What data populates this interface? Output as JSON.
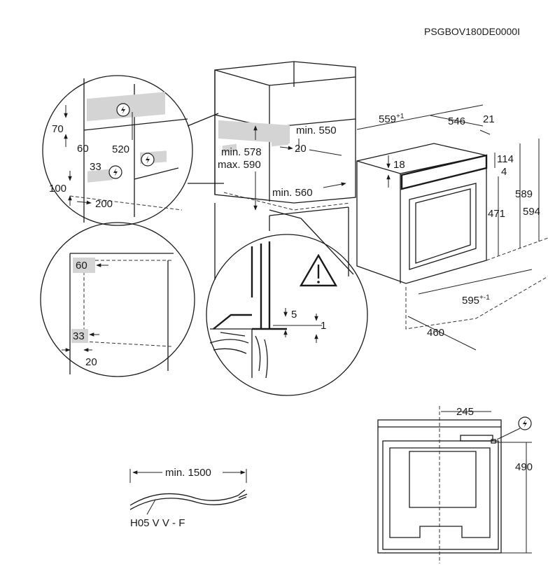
{
  "doc_code": "PSGBOV180DE0000I",
  "dimensions": {
    "d559": "559",
    "d559_sup": "+1",
    "d546": "546",
    "d21": "21",
    "d114": "114",
    "d4": "4",
    "d18": "18",
    "d471": "471",
    "d589": "589",
    "d594": "594",
    "d595": "595",
    "d595_sup": "+-1",
    "d460": "460",
    "min550": "min. 550",
    "d20_niche": "20",
    "min578": "min. 578",
    "max590": "max. 590",
    "min560": "min. 560",
    "d70": "70",
    "d60_top": "60",
    "d520": "520",
    "d33_top": "33",
    "d100": "100",
    "d200": "200",
    "d60_mid": "60",
    "d33_mid": "33",
    "d20_mid": "20",
    "d5": "5",
    "d1": "1",
    "d245": "245",
    "d490": "490",
    "cable_len": "min. 1500",
    "cable_type": "H05 V V - F"
  },
  "icons": [
    "electric-hazard-icon",
    "warning-triangle-icon"
  ]
}
